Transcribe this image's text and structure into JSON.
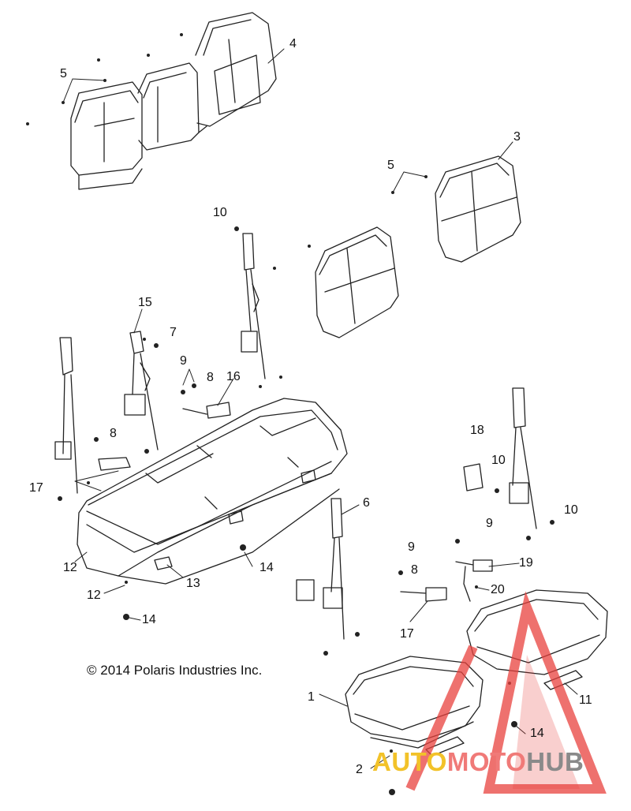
{
  "callouts": [
    "1",
    "2",
    "3",
    "4",
    "5",
    "5",
    "6",
    "7",
    "8",
    "8",
    "8",
    "9",
    "9",
    "9",
    "10",
    "10",
    "10",
    "11",
    "12",
    "12",
    "13",
    "14",
    "14",
    "14",
    "15",
    "16",
    "17",
    "17",
    "18",
    "19",
    "20"
  ],
  "copyright": "© 2014 Polaris Industries Inc.",
  "watermark": {
    "part1": "AUTO",
    "part2": "MOTO",
    "part3": "HUB"
  },
  "colors": {
    "line": "#222222",
    "watermark_red": "#e8413d",
    "watermark_yellow": "#f2c229",
    "watermark_gray": "#8a8a8a"
  }
}
